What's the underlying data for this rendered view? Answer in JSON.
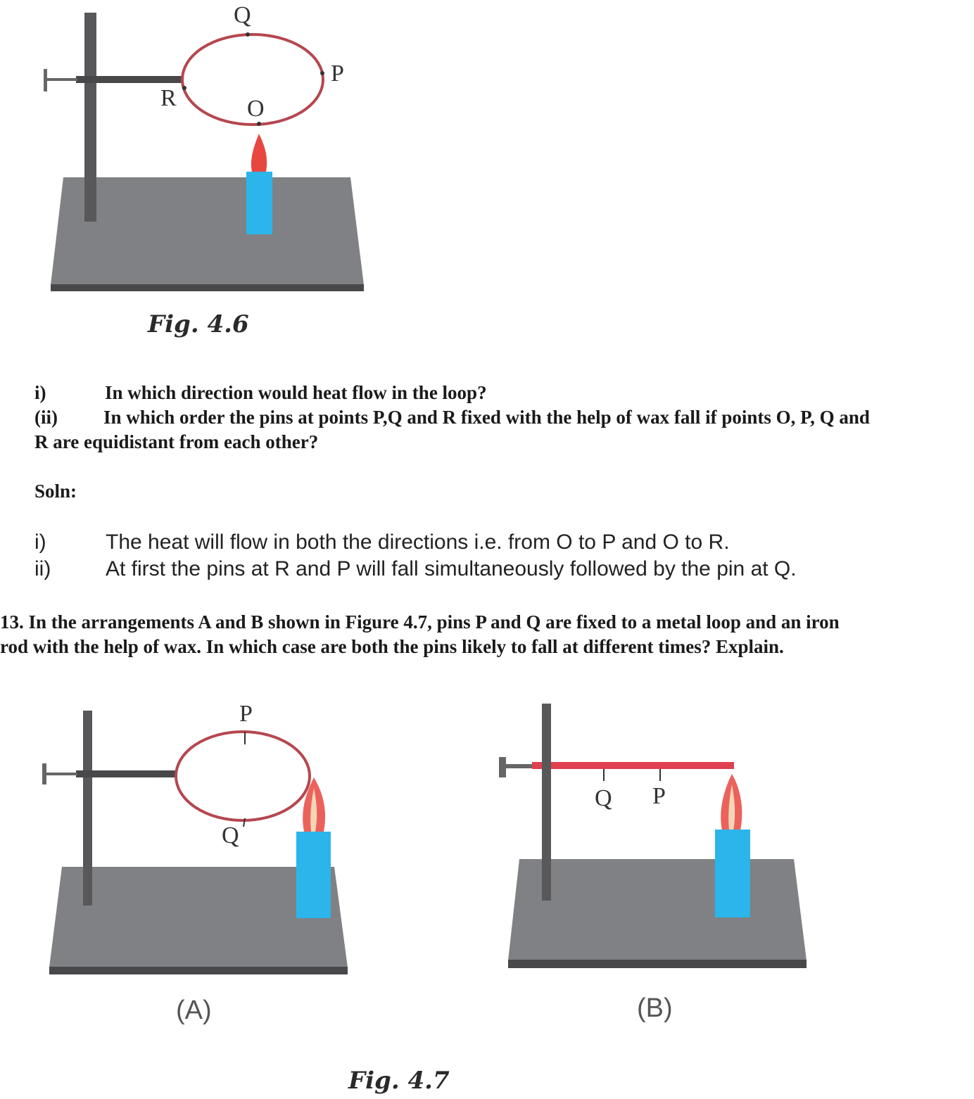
{
  "figure_4_6": {
    "caption": "Fig. 4.6",
    "labels": {
      "q": "Q",
      "p": "P",
      "r": "R",
      "o": "O"
    }
  },
  "question_12": {
    "part_i_num": "i)",
    "part_i": "In which direction would heat flow in the loop?",
    "part_ii_num": "(ii)",
    "part_ii_line1": "In which order the pins at points P,Q and R fixed with the help of wax fall if points O, P, Q and",
    "part_ii_line2": "R are equidistant from each other?",
    "soln_label": "Soln:",
    "answer_i_num": "i)",
    "answer_i": "The heat will flow in both the directions i.e. from O to P and O to R.",
    "answer_ii_num": "ii)",
    "answer_ii": "At first the pins at R and P will fall simultaneously followed by the pin at Q."
  },
  "question_13": {
    "line1": "13. In the arrangements A and B shown in Figure 4.7, pins P and Q are fixed to a metal loop and an iron",
    "line2": "rod with the help of wax. In which case are both the pins likely to fall at different times? Explain."
  },
  "figure_4_7": {
    "caption": "Fig. 4.7",
    "a": {
      "label": "(A)",
      "p": "P",
      "q": "Q"
    },
    "b": {
      "label": "(B)",
      "p": "P",
      "q": "Q"
    }
  },
  "colors": {
    "stand": "#58585a",
    "base": "#808184",
    "loop": "#b5474f",
    "rod_hot": "#e0404f",
    "candle": "#2bb5ea",
    "flame": "#e8473f"
  }
}
